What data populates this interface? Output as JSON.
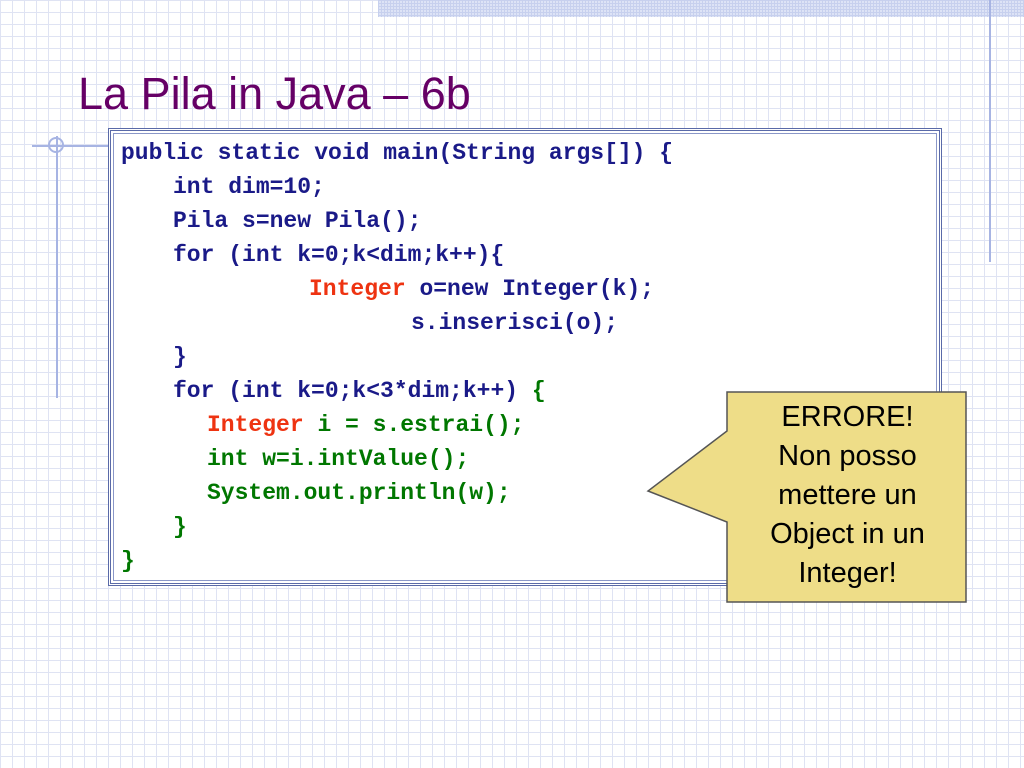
{
  "slide": {
    "title": "La Pila in Java – 6b"
  },
  "code": {
    "line_01": "public static void main(String args[]) {",
    "line_02": "int dim=10;",
    "line_03": "Pila s=new Pila();",
    "line_04": "for (int k=0;k<dim;k++){",
    "line_05_type": "Integer",
    "line_05_rest": "o=new Integer(k);",
    "line_06": "s.inserisci(o);",
    "line_07": "}",
    "line_08_main": "for (int k=0;k<3*dim;k++)",
    "line_08_brace": "{",
    "line_09_type": "Integer",
    "line_09_rest": "i = s.estrai();",
    "line_10": "int w=i.intValue();",
    "line_11": "System.out.println(w);",
    "line_12": "}",
    "line_13": "}"
  },
  "callout": {
    "lines": [
      "ERRORE!",
      "Non posso",
      "mettere un",
      "Object in un",
      "Integer!"
    ],
    "fill_color": "#eedd88",
    "border_color": "#555555"
  },
  "colors": {
    "title": "#660066",
    "code_default": "#1a1a88",
    "code_keyword_type": "#ee3311",
    "code_new_block": "#007700"
  }
}
